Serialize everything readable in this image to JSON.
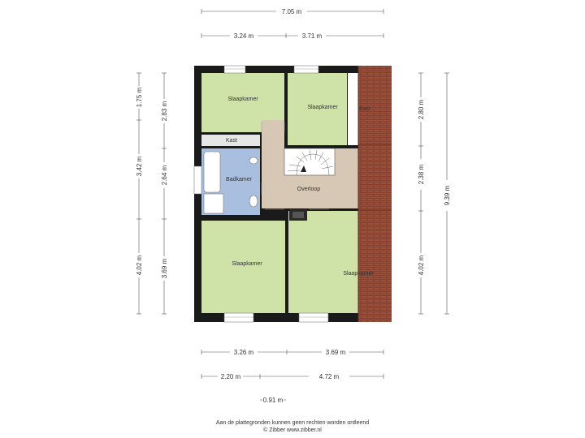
{
  "dimensions": {
    "top_total": "7.05 m",
    "top_left": "3.24 m",
    "top_right": "3.71 m",
    "bottom_left": "3.26 m",
    "bottom_right": "3.69 m",
    "bottom2_left": "2.20 m",
    "bottom2_right": "4.72 m",
    "bottom3": "0.91 m",
    "left_outer_1": "1.75 m",
    "left_outer_2": "3.42 m",
    "left_outer_3": "4.02 m",
    "left_inner_1": "2.83 m",
    "left_inner_2": "2.64 m",
    "left_inner_3": "3.69 m",
    "right_inner_1": "2.80 m",
    "right_inner_2": "2.38 m",
    "right_inner_3": "4.02 m",
    "right_total": "9.39 m"
  },
  "rooms": {
    "bedroom_top_left": "Slaapkamer",
    "bedroom_top_right": "Slaapkamer",
    "closet_right": "Kast",
    "closet_left": "Kast",
    "bathroom": "Badkamer",
    "landing": "Overloop",
    "bedroom_bottom_left": "Slaapkamer",
    "bedroom_bottom_right": "Slaapkamer"
  },
  "footer": {
    "line1": "Aan de plattegronden kunnen geen rechten worden ontleend",
    "line2": "© Zibber www.zibber.nl"
  },
  "colors": {
    "bedroom": "#cfe3a9",
    "bathroom": "#a9bfe0",
    "landing": "#d6c8b5",
    "roof": "#9a4f3a",
    "wall": "#1a1a1a"
  }
}
